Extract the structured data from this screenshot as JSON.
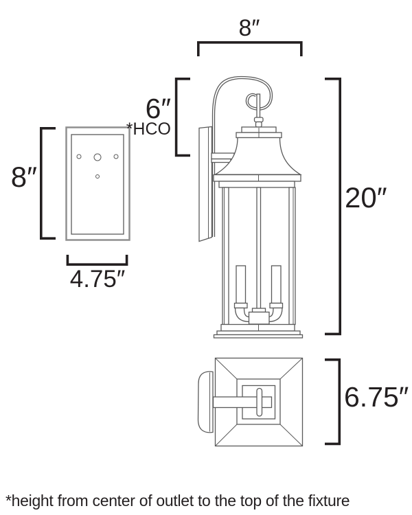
{
  "dimensions": {
    "top_width": "8″",
    "hco_height": "6″",
    "hco_label": "*HCO",
    "fixture_height": "20″",
    "fixture_depth": "6.75″",
    "backplate_height": "8″",
    "backplate_width": "4.75″"
  },
  "footnote": "*height from center of outlet to the top of the fixture",
  "colors": {
    "background": "#ffffff",
    "dimension_ink": "#231f20",
    "drawing_line": "#5a5a5a",
    "backplate_outline": "#8f8f8f"
  }
}
